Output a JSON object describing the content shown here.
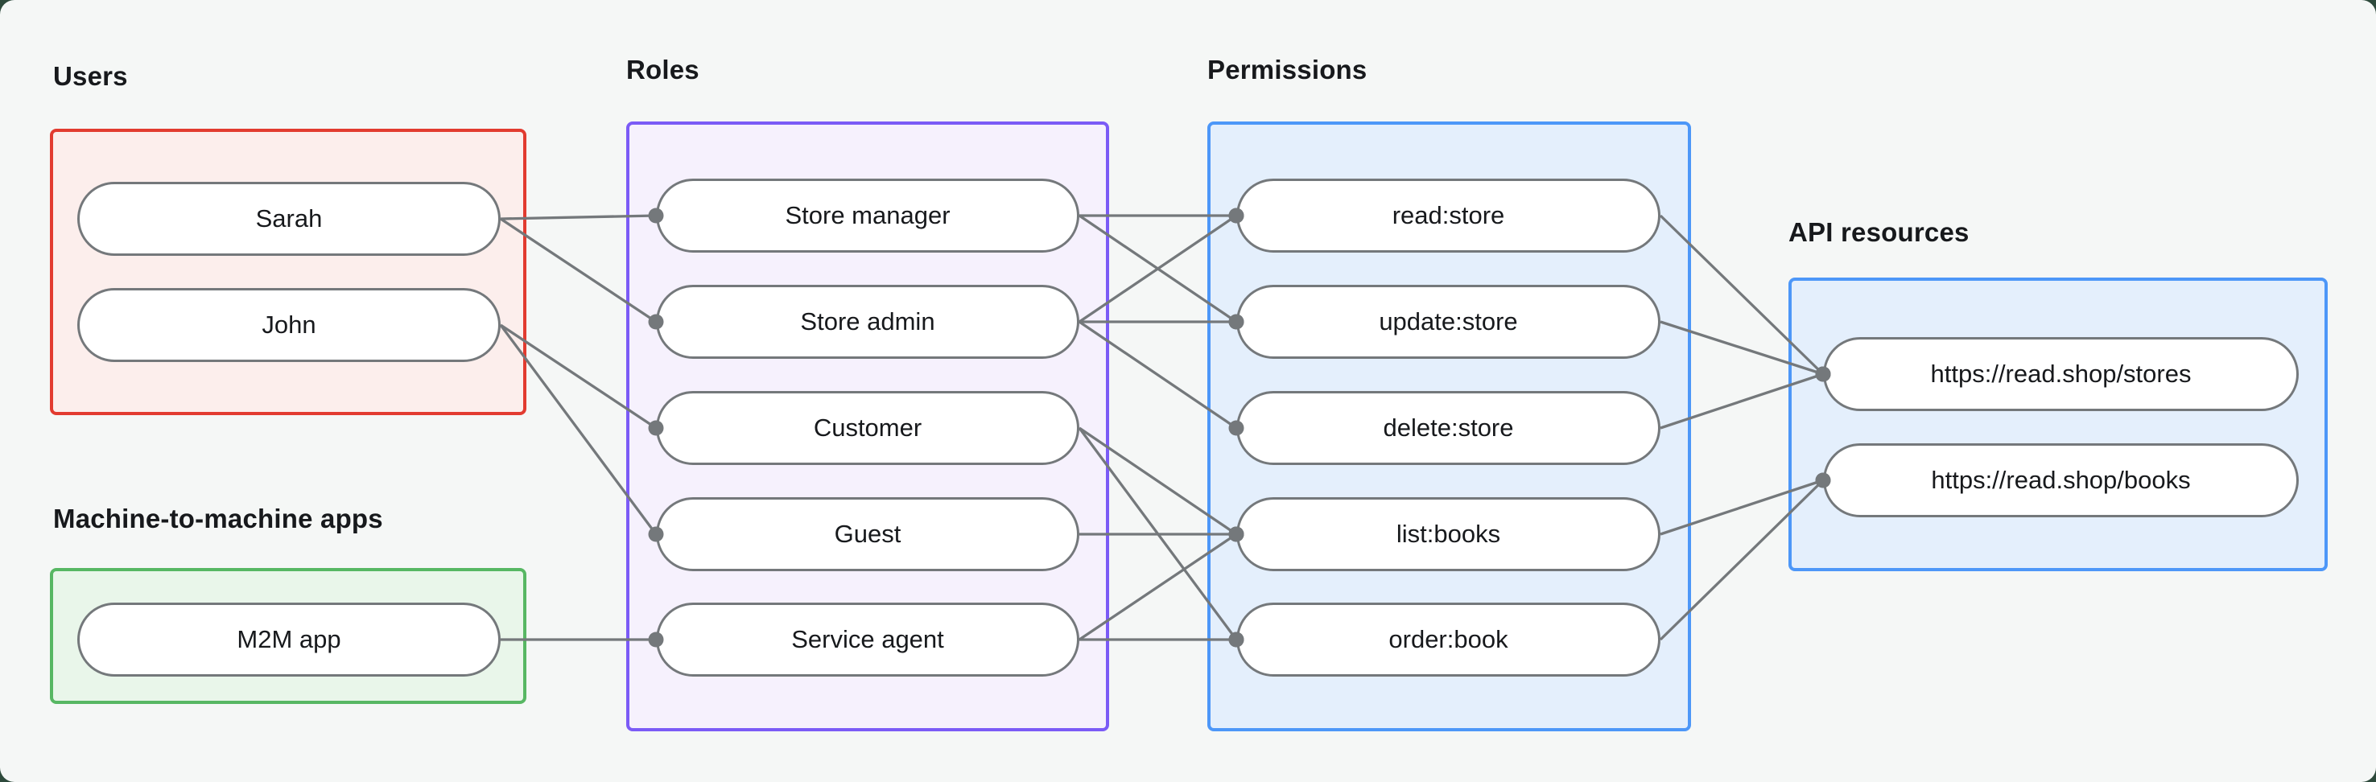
{
  "diagram": {
    "groups": [
      {
        "id": "users",
        "label": "Users",
        "nodes": [
          {
            "id": "sarah",
            "label": "Sarah"
          },
          {
            "id": "john",
            "label": "John"
          }
        ]
      },
      {
        "id": "m2m",
        "label": "Machine-to-machine apps",
        "nodes": [
          {
            "id": "m2m-app",
            "label": "M2M app"
          }
        ]
      },
      {
        "id": "roles",
        "label": "Roles",
        "nodes": [
          {
            "id": "store-manager",
            "label": "Store manager"
          },
          {
            "id": "store-admin",
            "label": "Store admin"
          },
          {
            "id": "customer",
            "label": "Customer"
          },
          {
            "id": "guest",
            "label": "Guest"
          },
          {
            "id": "service-agent",
            "label": "Service agent"
          }
        ]
      },
      {
        "id": "permissions",
        "label": "Permissions",
        "nodes": [
          {
            "id": "read-store",
            "label": "read:store"
          },
          {
            "id": "update-store",
            "label": "update:store"
          },
          {
            "id": "delete-store",
            "label": "delete:store"
          },
          {
            "id": "list-books",
            "label": "list:books"
          },
          {
            "id": "order-book",
            "label": "order:book"
          }
        ]
      },
      {
        "id": "api-resources",
        "label": "API resources",
        "nodes": [
          {
            "id": "stores",
            "label": "https://read.shop/stores"
          },
          {
            "id": "books",
            "label": "https://read.shop/books"
          }
        ]
      }
    ],
    "edges": [
      {
        "from": "sarah",
        "to": "store-manager"
      },
      {
        "from": "sarah",
        "to": "store-admin"
      },
      {
        "from": "john",
        "to": "customer"
      },
      {
        "from": "john",
        "to": "guest"
      },
      {
        "from": "m2m-app",
        "to": "service-agent"
      },
      {
        "from": "store-manager",
        "to": "read-store"
      },
      {
        "from": "store-manager",
        "to": "update-store"
      },
      {
        "from": "store-admin",
        "to": "read-store"
      },
      {
        "from": "store-admin",
        "to": "update-store"
      },
      {
        "from": "store-admin",
        "to": "delete-store"
      },
      {
        "from": "customer",
        "to": "list-books"
      },
      {
        "from": "customer",
        "to": "order-book"
      },
      {
        "from": "guest",
        "to": "list-books"
      },
      {
        "from": "service-agent",
        "to": "list-books"
      },
      {
        "from": "service-agent",
        "to": "order-book"
      },
      {
        "from": "read-store",
        "to": "stores"
      },
      {
        "from": "update-store",
        "to": "stores"
      },
      {
        "from": "delete-store",
        "to": "stores"
      },
      {
        "from": "list-books",
        "to": "books"
      },
      {
        "from": "order-book",
        "to": "books"
      }
    ],
    "colors": {
      "background": "#f5f7f6",
      "backdrop": "#2e4a3c",
      "users_border": "#e23b30",
      "users_fill": "#fceeec",
      "m2m_border": "#57b763",
      "m2m_fill": "#e9f6ea",
      "roles_border": "#7b5bf6",
      "roles_fill": "#f6f1fd",
      "permissions_border": "#4d97f8",
      "permissions_fill": "#e4effc",
      "api_border": "#4d97f8",
      "api_fill": "#e4effc",
      "node_border": "#74787b",
      "node_fill": "#ffffff",
      "node_text": "#17191c",
      "label_text": "#17191c",
      "edge": "#74787b"
    }
  }
}
